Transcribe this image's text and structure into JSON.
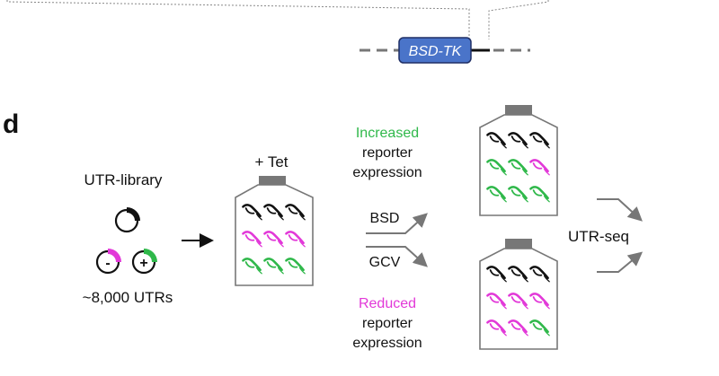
{
  "construct": {
    "label": "BSD-TK",
    "fill": "#4a74c9"
  },
  "panel": {
    "letter": "d"
  },
  "library": {
    "title": "UTR-library",
    "minus": "-",
    "plus": "+",
    "count": "~8,000 UTRs"
  },
  "flask": {
    "label": "+ Tet"
  },
  "selection": {
    "top": "BSD",
    "bottom": "GCV"
  },
  "increased": {
    "line1": "Increased",
    "line2": "reporter",
    "line3": "expression"
  },
  "reduced": {
    "line1": "Reduced",
    "line2": "reporter",
    "line3": "expression"
  },
  "readout": {
    "label": "UTR-seq"
  },
  "colors": {
    "green": "#2fb84a",
    "magenta": "#e238d8",
    "black": "#111111",
    "gray": "#7a7a7a"
  }
}
